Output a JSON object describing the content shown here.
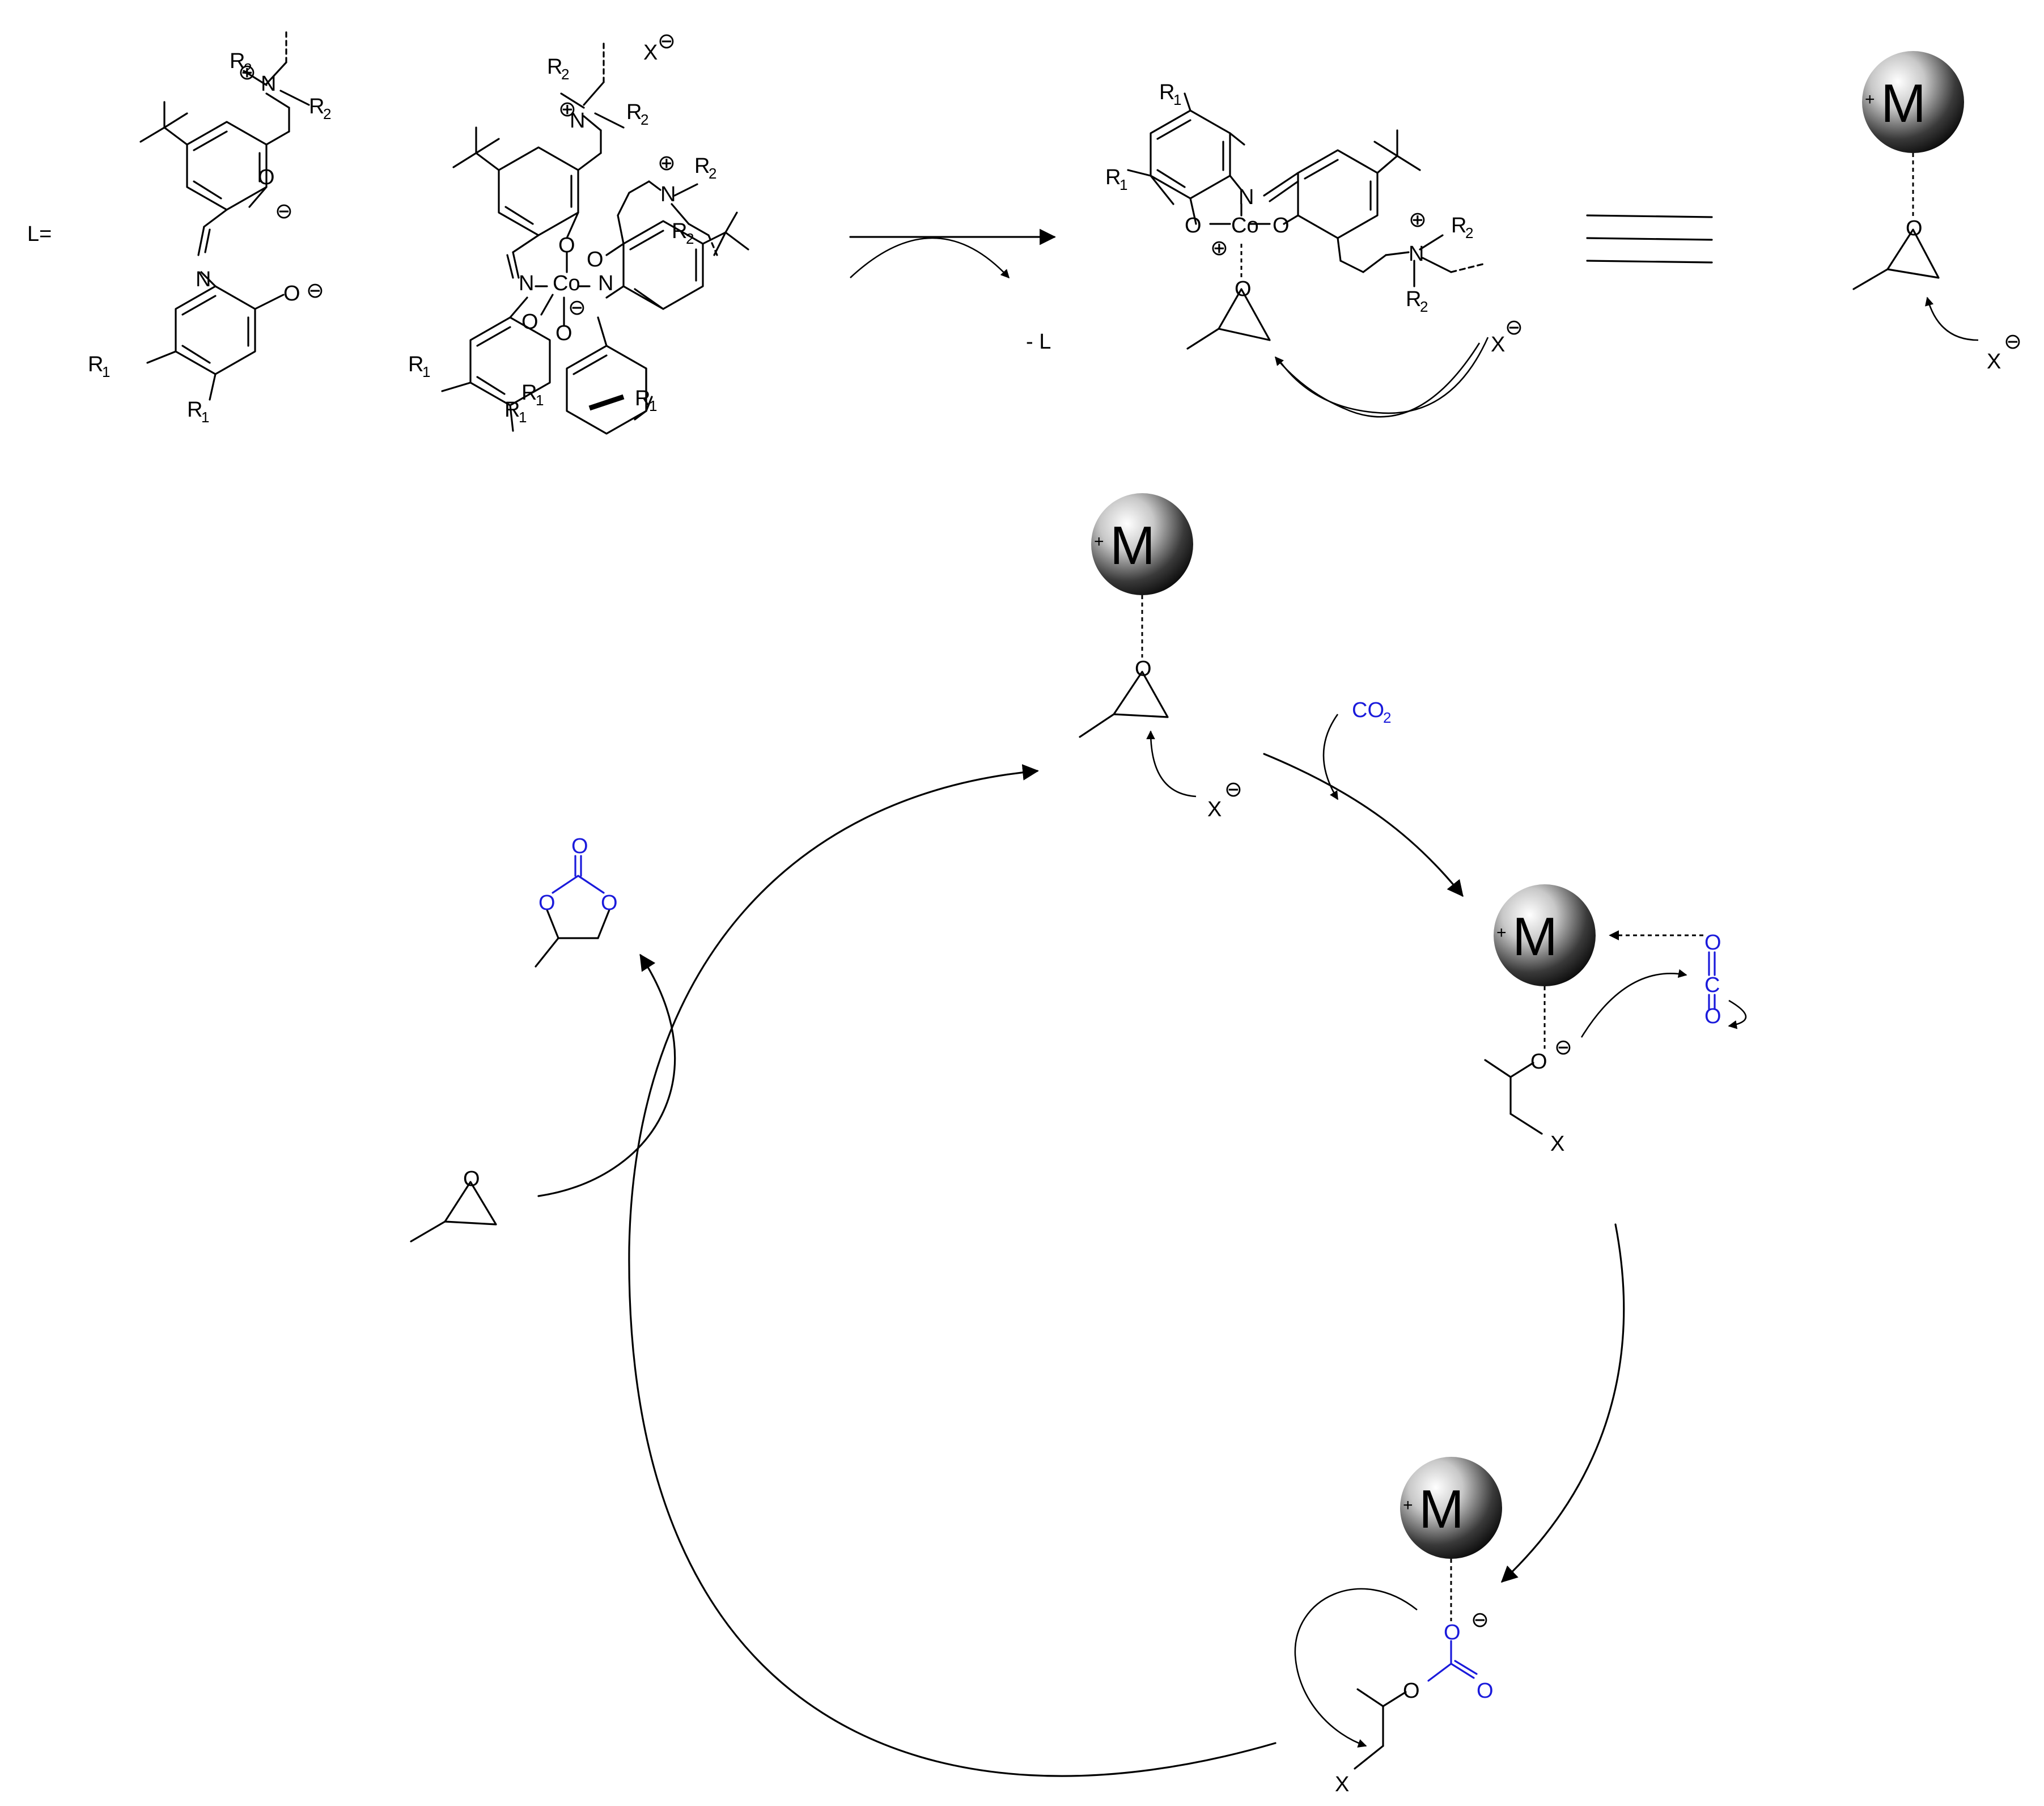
{
  "labels": {
    "ligand_prefix": "L=",
    "minus_L": "- L",
    "co2": "CO",
    "co2_sub": "2",
    "metal": "M",
    "metal_charge": "+",
    "anion": "X",
    "halide": "X",
    "oxygen": "O",
    "nitrogen": "N",
    "carbon": "C",
    "cobalt": "Co",
    "r1": "R",
    "r1_sub": "1",
    "r2": "R",
    "r2_sub": "2",
    "neg_charge": "⊖",
    "pos_charge": "⊕"
  },
  "colors": {
    "co2_highlight": "#1a1adb",
    "ink": "#000000",
    "sphere_dark": "#111111",
    "sphere_light": "#f4f4f4"
  }
}
